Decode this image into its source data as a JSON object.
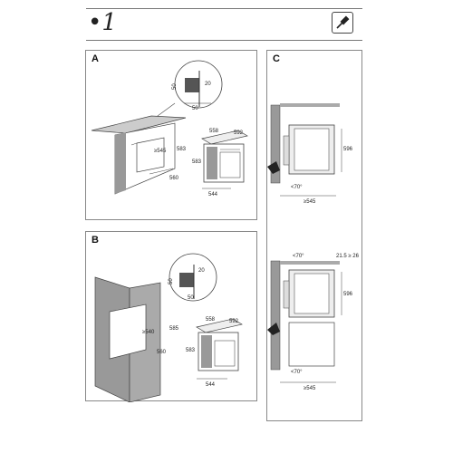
{
  "header": {
    "step": "•1",
    "tool_icon": "screwdriver-icon"
  },
  "panels": {
    "a": {
      "label": "A",
      "dims": {
        "d20": "20",
        "d50v": "50",
        "d50h": "50",
        "d545": "≥545",
        "d583a": "583",
        "d560": "560",
        "d558": "558",
        "d592": "592",
        "d583b": "583",
        "d544": "544"
      }
    },
    "b": {
      "label": "B",
      "dims": {
        "d20": "20",
        "d50v": "50",
        "d50h": "50",
        "d540": "≥540",
        "d585": "585",
        "d560": "560",
        "d558": "558",
        "d592": "592",
        "d583": "583",
        "d544": "544"
      }
    },
    "c": {
      "label": "C",
      "top": {
        "d596": "596",
        "d70": "<70°",
        "d545": "≥545"
      },
      "bottom": {
        "d70top": "<70°",
        "d215": "21.5 ≥ 26",
        "d596": "596",
        "d70": "<70°",
        "d545": "≥545"
      }
    }
  }
}
